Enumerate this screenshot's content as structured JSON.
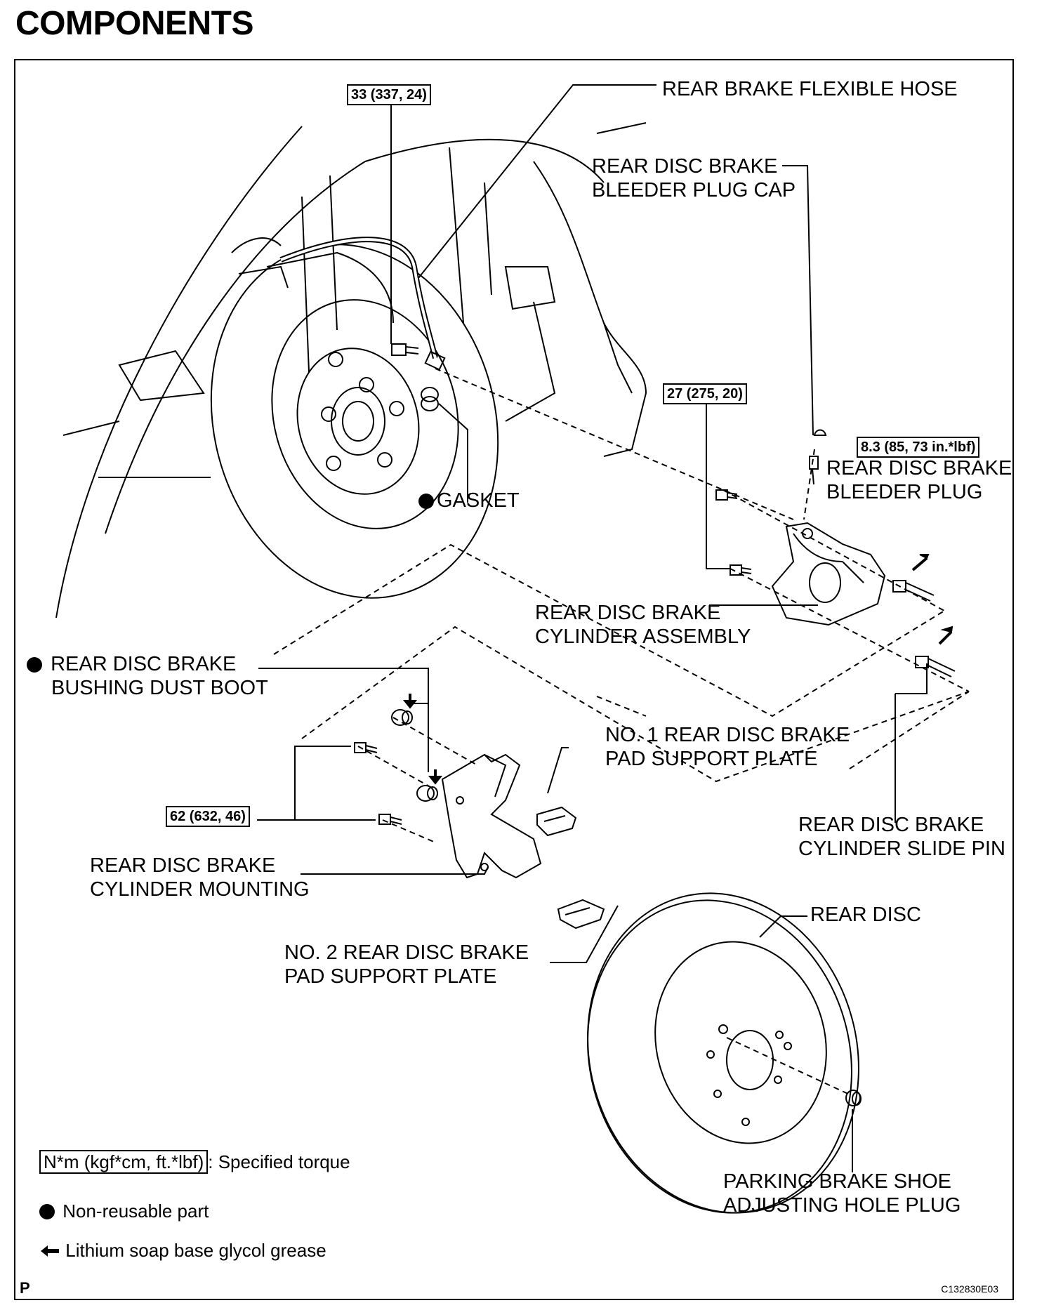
{
  "title": "COMPONENTS",
  "labels": {
    "flexible_hose": "REAR BRAKE FLEXIBLE HOSE",
    "bleeder_cap_1": "REAR DISC BRAKE",
    "bleeder_cap_2": "BLEEDER PLUG CAP",
    "bleeder_plug_1": "REAR DISC BRAKE",
    "bleeder_plug_2": "BLEEDER PLUG",
    "gasket": "GASKET",
    "cylinder_assembly_1": "REAR DISC BRAKE",
    "cylinder_assembly_2": "CYLINDER ASSEMBLY",
    "dust_boot_1": "REAR DISC BRAKE",
    "dust_boot_2": "BUSHING DUST BOOT",
    "support_plate1_1": "NO. 1 REAR DISC BRAKE",
    "support_plate1_2": "PAD SUPPORT PLATE",
    "slide_pin_1": "REAR DISC BRAKE",
    "slide_pin_2": "CYLINDER SLIDE PIN",
    "mounting_1": "REAR DISC BRAKE",
    "mounting_2": "CYLINDER MOUNTING",
    "support_plate2_1": "NO. 2 REAR DISC BRAKE",
    "support_plate2_2": "PAD SUPPORT PLATE",
    "rear_disc": "REAR DISC",
    "hole_plug_1": "PARKING BRAKE SHOE",
    "hole_plug_2": "ADJUSTING HOLE PLUG"
  },
  "torques": {
    "hose_bolt": "33 (337, 24)",
    "cylinder_bolt": "27 (275, 20)",
    "bleeder_plug": "8.3 (85, 73 in.*lbf)",
    "mounting_bolt": "62 (632, 46)"
  },
  "legend": {
    "torque_unit": "N*m (kgf*cm, ft.*lbf)",
    "torque_text": ": Specified torque",
    "nonreusable_text": "Non-reusable part",
    "grease_text": "Lithium soap base glycol grease"
  },
  "footer": {
    "page_marker": "P",
    "figure_code": "C132830E03"
  }
}
